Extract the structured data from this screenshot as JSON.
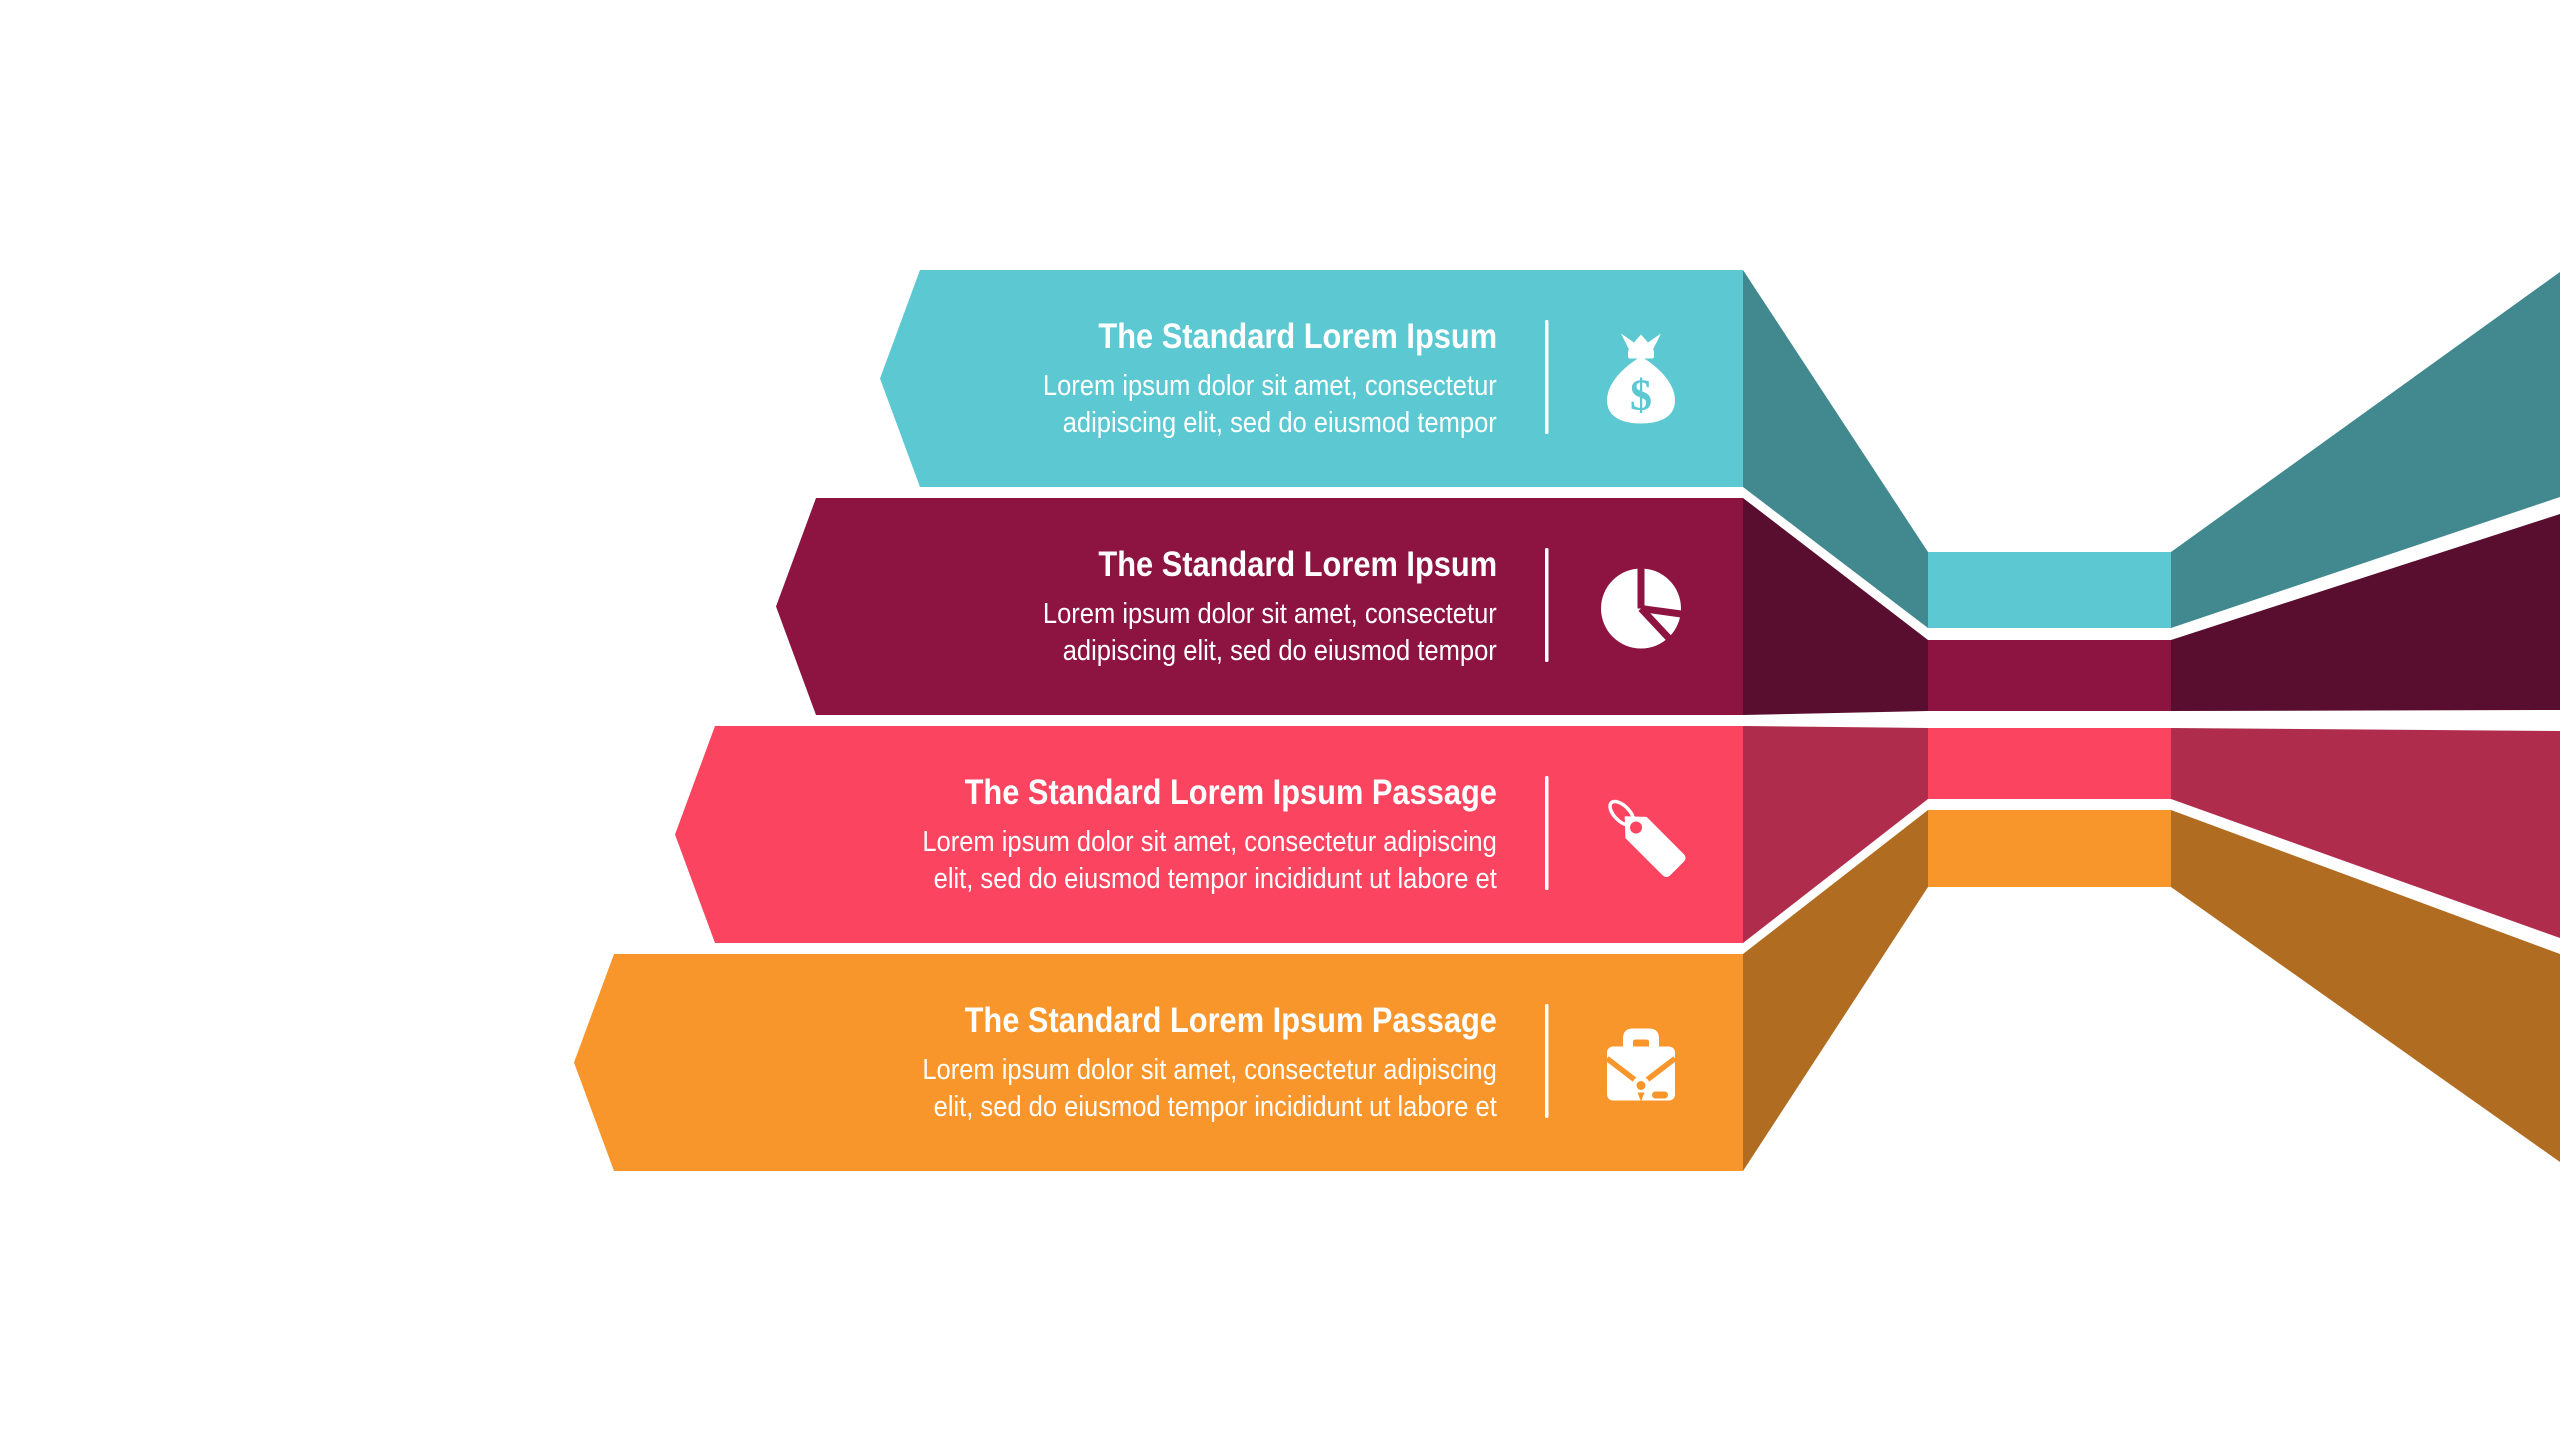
{
  "figure": {
    "background": "#FFFFFF",
    "description_rows": 4
  },
  "rows": [
    {
      "title": "The Standard Lorem Ipsum",
      "body_lines": [
        "Lorem ipsum dolor sit amet, consectetur",
        "adipiscing elit, sed do eiusmod tempor"
      ],
      "icon": "money-bag-icon",
      "icon_glyph": "$",
      "face": "#5BC8D2",
      "shade": "#41898F"
    },
    {
      "title": "The Standard Lorem Ipsum",
      "body_lines": [
        "Lorem ipsum dolor sit amet, consectetur",
        "adipiscing elit, sed do eiusmod tempor"
      ],
      "icon": "pie-chart-icon",
      "face": "#8D1441",
      "shade": "#5A0E2F"
    },
    {
      "title": "The Standard Lorem Ipsum Passage",
      "body_lines": [
        "Lorem ipsum dolor sit amet, consectetur adipiscing",
        "elit, sed do eiusmod tempor incididunt ut labore et"
      ],
      "icon": "price-tag-icon",
      "face": "#FB4460",
      "shade": "#B02C4D"
    },
    {
      "title": "The Standard Lorem Ipsum Passage",
      "body_lines": [
        "Lorem ipsum dolor sit amet, consectetur adipiscing",
        "elit, sed do eiusmod tempor incididunt ut labore et"
      ],
      "icon": "briefcase-icon",
      "face": "#F8952B",
      "shade": "#B06C20"
    }
  ],
  "divider_color": "#FFFFFF",
  "icon_color": "#FFFFFF"
}
